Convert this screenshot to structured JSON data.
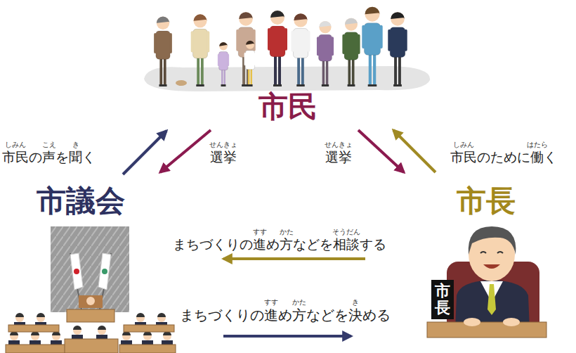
{
  "diagram": {
    "nodes": [
      {
        "text": [
          "市民"
        ]
      },
      {
        "text": [
          "市議会"
        ]
      },
      {
        "text": [
          "市長"
        ]
      }
    ],
    "edges": [
      {
        "from": 1,
        "to": 0,
        "arrow": "to",
        "label": "市民の声を聞く"
      },
      {
        "from": 0,
        "to": 1,
        "arrow": "to",
        "label": "選挙"
      },
      {
        "from": 0,
        "to": 2,
        "arrow": "to",
        "label": "選挙"
      },
      {
        "from": 2,
        "to": 0,
        "arrow": "to",
        "label": "市民のために働く"
      },
      {
        "from": 2,
        "to": 1,
        "arrow": "to",
        "label": "まちづくりの進め方などを相談する"
      },
      {
        "from": 1,
        "to": 2,
        "arrow": "to",
        "label": "まちづくりの進め方などを決める"
      }
    ],
    "labels": [
      "しみん",
      "こえ",
      "き",
      "せんきょ",
      "せんきょ",
      "しみん",
      "はたら",
      "すす",
      "かた",
      "そうだん",
      "すす",
      "かた",
      "き",
      "市長"
    ]
  }
}
